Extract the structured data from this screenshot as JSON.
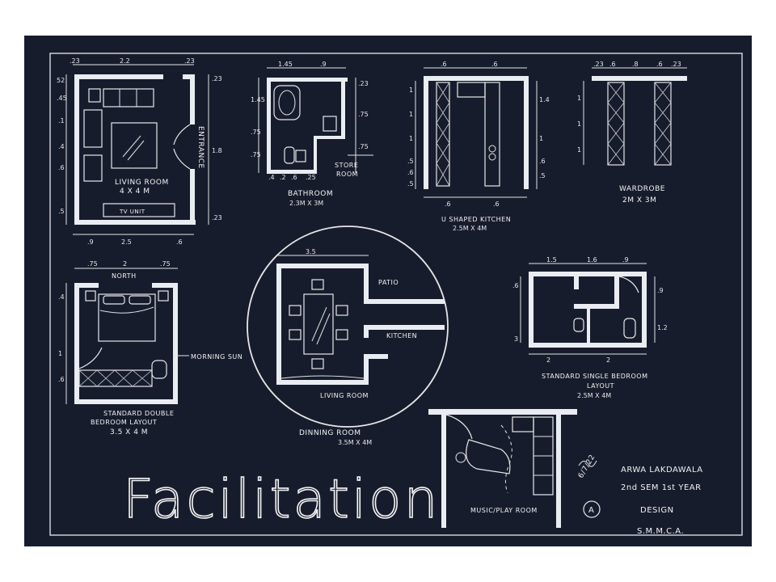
{
  "sheet": {
    "title": "Facilitation",
    "author": "ARWA LAKDAWALA",
    "semester": "2nd SEM 1st YEAR",
    "subject": "DESIGN",
    "college": "S.M.M.C.A.",
    "signature_date": "6/7/22",
    "grade": "A"
  },
  "living_room": {
    "label": "LIVING ROOM",
    "size": "4 X 4 M",
    "tv": "TV UNIT",
    "entrance": "ENTRANCE",
    "dims": {
      "top": [
        ".23",
        "2.2",
        ".23"
      ],
      "bottom": [
        ".9",
        "2.5",
        ".6"
      ],
      "left": [
        "52",
        ".45",
        ".1",
        ".4",
        ".6",
        ".5"
      ],
      "right": [
        ".23",
        "1.8",
        ".23"
      ]
    }
  },
  "bathroom": {
    "label": "BATHROOM",
    "size": "2.3M X 3M",
    "store": "STORE",
    "store2": "ROOM",
    "dims": {
      "top": [
        "1.45",
        ".9"
      ],
      "bottom": [
        ".4",
        ".2",
        ".6",
        ".25"
      ],
      "left": [
        "1.45",
        ".75",
        ".75"
      ],
      "right": [
        ".23",
        ".75",
        ".75"
      ]
    }
  },
  "kitchen": {
    "label": "U SHAPED KITCHEN",
    "size": "2.5M X 4M",
    "dims": {
      "top": [
        ".6",
        ".6"
      ],
      "bottom": [
        ".6",
        ".6"
      ],
      "left": [
        "1",
        "1",
        "1",
        ".5",
        ".6",
        ".5"
      ],
      "right": [
        "1.4",
        "1",
        ".6",
        ".5"
      ]
    }
  },
  "wardrobe": {
    "label": "WARDROBE",
    "size": "2M X 3M",
    "dims": {
      "top": [
        ".23",
        ".6",
        ".8",
        ".6",
        ".23"
      ],
      "left": [
        "1",
        "1",
        "1"
      ]
    }
  },
  "double_bedroom": {
    "label_line1": "STANDARD DOUBLE",
    "label_line2": "BEDROOM LAYOUT",
    "size": "3.5 X 4 M",
    "north": "NORTH",
    "sun": "MORNING SUN",
    "dims": {
      "top": [
        ".75",
        "2",
        ".75"
      ],
      "left": [
        ".4",
        "1",
        ".6"
      ]
    }
  },
  "dining": {
    "label": "DINNING ROOM",
    "size": "3.5M X 4M",
    "patio": "PATIO",
    "kitchen": "KITCHEN",
    "living": "LIVING ROOM",
    "dims": {
      "top": [
        "3.5"
      ]
    }
  },
  "single_bedroom": {
    "label_line1": "STANDARD SINGLE BEDROOM",
    "label_line2": "LAYOUT",
    "size": "2.5M X 4M",
    "dims": {
      "top": [
        "1.5",
        "1.6",
        ".9"
      ],
      "bottom": [
        "2",
        "2"
      ],
      "left": [
        ".6",
        "3"
      ],
      "right": [
        ".9",
        "1.2"
      ]
    }
  },
  "music_room": {
    "label": "MUSIC/PLAY ROOM"
  }
}
